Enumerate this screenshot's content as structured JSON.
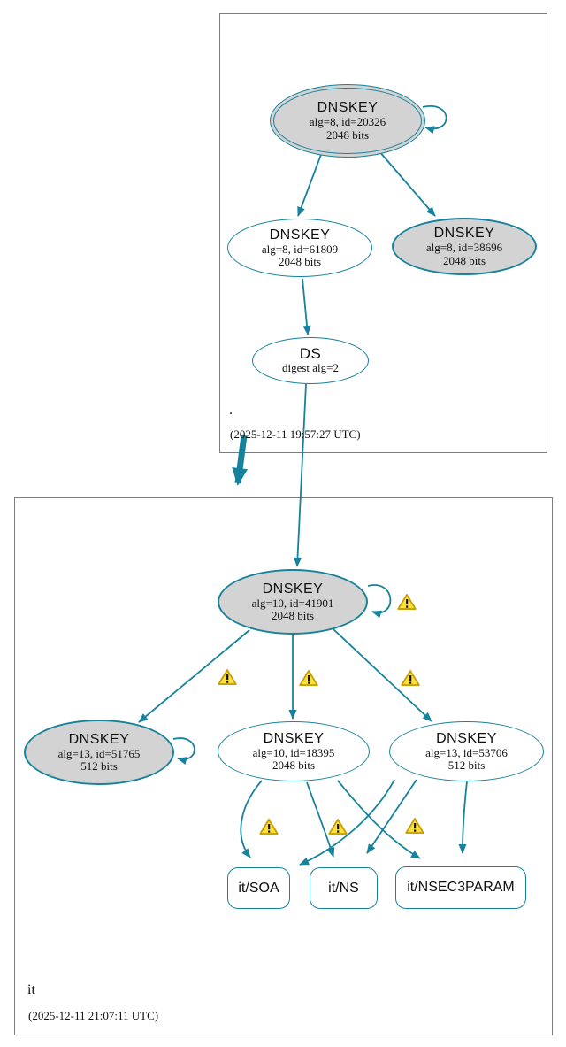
{
  "colors": {
    "edge_teal": "#16829b",
    "node_fill_gray": "#d3d3d3",
    "warning_fill": "#ffe13e",
    "warning_border": "#c7a008",
    "zone_box_border": "#7d7d7d"
  },
  "zones": {
    "root": {
      "name": ".",
      "timestamp": "(2025-12-11 19:57:27 UTC)",
      "nodes": {
        "dnskey_20326": {
          "title": "DNSKEY",
          "detail1": "alg=8, id=20326",
          "detail2": "2048 bits"
        },
        "dnskey_61809": {
          "title": "DNSKEY",
          "detail1": "alg=8, id=61809",
          "detail2": "2048 bits"
        },
        "dnskey_38696": {
          "title": "DNSKEY",
          "detail1": "alg=8, id=38696",
          "detail2": "2048 bits"
        },
        "ds": {
          "title": "DS",
          "detail1": "digest alg=2"
        }
      }
    },
    "it": {
      "name": "it",
      "timestamp": "(2025-12-11 21:07:11 UTC)",
      "nodes": {
        "dnskey_41901": {
          "title": "DNSKEY",
          "detail1": "alg=10, id=41901",
          "detail2": "2048 bits"
        },
        "dnskey_51765": {
          "title": "DNSKEY",
          "detail1": "alg=13, id=51765",
          "detail2": "512 bits"
        },
        "dnskey_18395": {
          "title": "DNSKEY",
          "detail1": "alg=10, id=18395",
          "detail2": "2048 bits"
        },
        "dnskey_53706": {
          "title": "DNSKEY",
          "detail1": "alg=13, id=53706",
          "detail2": "512 bits"
        },
        "rrset_soa": {
          "label": "it/SOA"
        },
        "rrset_ns": {
          "label": "it/NS"
        },
        "rrset_nsec3param": {
          "label": "it/NSEC3PARAM"
        }
      }
    }
  }
}
